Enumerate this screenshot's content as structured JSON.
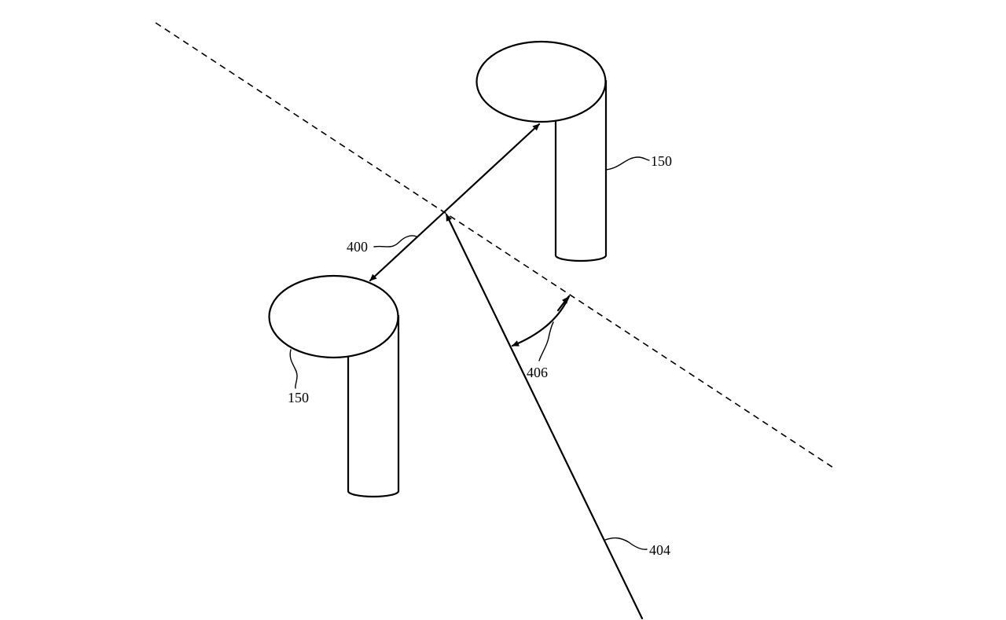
{
  "labels": {
    "pole_upper": "150",
    "pole_lower": "150",
    "distance": "400",
    "angle": "406",
    "ray": "404"
  }
}
